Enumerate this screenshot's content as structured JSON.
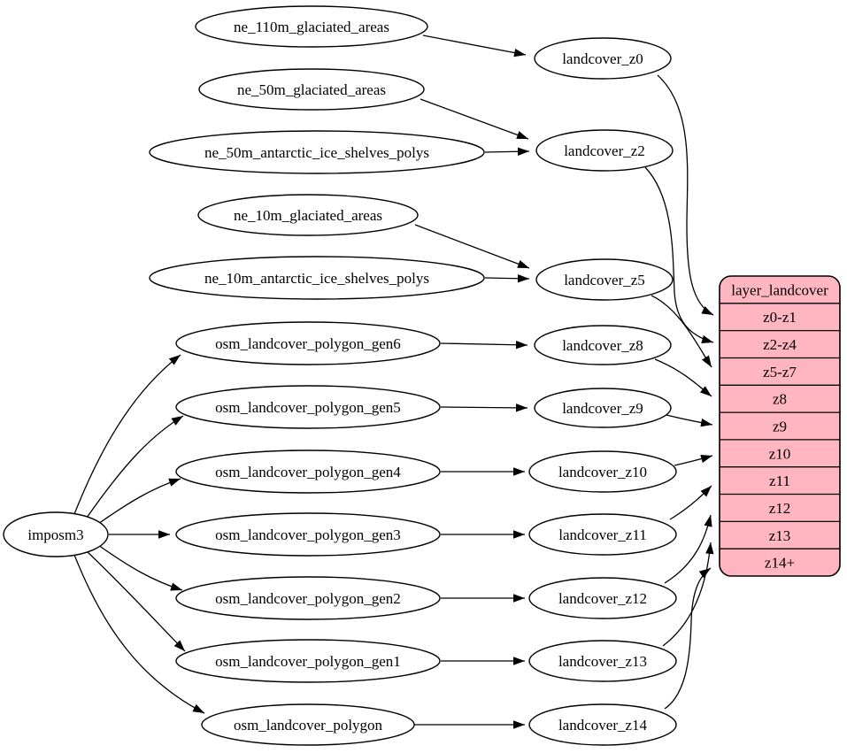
{
  "diagram": {
    "type": "graphviz-dependency-graph",
    "background_color": "#ffffff",
    "node_fill": "#ffffff",
    "edge_color": "#000000",
    "record_fill": "#ffb6c1"
  },
  "nodes": {
    "imposm3": {
      "label": "imposm3"
    },
    "ne_110m_glaciated_areas": {
      "label": "ne_110m_glaciated_areas"
    },
    "ne_50m_glaciated_areas": {
      "label": "ne_50m_glaciated_areas"
    },
    "ne_50m_antarctic_ice_shelves_polys": {
      "label": "ne_50m_antarctic_ice_shelves_polys"
    },
    "ne_10m_glaciated_areas": {
      "label": "ne_10m_glaciated_areas"
    },
    "ne_10m_antarctic_ice_shelves_polys": {
      "label": "ne_10m_antarctic_ice_shelves_polys"
    },
    "osm_landcover_polygon_gen6": {
      "label": "osm_landcover_polygon_gen6"
    },
    "osm_landcover_polygon_gen5": {
      "label": "osm_landcover_polygon_gen5"
    },
    "osm_landcover_polygon_gen4": {
      "label": "osm_landcover_polygon_gen4"
    },
    "osm_landcover_polygon_gen3": {
      "label": "osm_landcover_polygon_gen3"
    },
    "osm_landcover_polygon_gen2": {
      "label": "osm_landcover_polygon_gen2"
    },
    "osm_landcover_polygon_gen1": {
      "label": "osm_landcover_polygon_gen1"
    },
    "osm_landcover_polygon": {
      "label": "osm_landcover_polygon"
    },
    "landcover_z0": {
      "label": "landcover_z0"
    },
    "landcover_z2": {
      "label": "landcover_z2"
    },
    "landcover_z5": {
      "label": "landcover_z5"
    },
    "landcover_z8": {
      "label": "landcover_z8"
    },
    "landcover_z9": {
      "label": "landcover_z9"
    },
    "landcover_z10": {
      "label": "landcover_z10"
    },
    "landcover_z11": {
      "label": "landcover_z11"
    },
    "landcover_z12": {
      "label": "landcover_z12"
    },
    "landcover_z13": {
      "label": "landcover_z13"
    },
    "landcover_z14": {
      "label": "landcover_z14"
    }
  },
  "record": {
    "title": "layer_landcover",
    "rows": [
      "z0-z1",
      "z2-z4",
      "z5-z7",
      "z8",
      "z9",
      "z10",
      "z11",
      "z12",
      "z13",
      "z14+"
    ]
  },
  "edges": [
    {
      "from": "ne_110m_glaciated_areas",
      "to": "landcover_z0"
    },
    {
      "from": "ne_50m_glaciated_areas",
      "to": "landcover_z2"
    },
    {
      "from": "ne_50m_antarctic_ice_shelves_polys",
      "to": "landcover_z2"
    },
    {
      "from": "ne_10m_glaciated_areas",
      "to": "landcover_z5"
    },
    {
      "from": "ne_10m_antarctic_ice_shelves_polys",
      "to": "landcover_z5"
    },
    {
      "from": "osm_landcover_polygon_gen6",
      "to": "landcover_z8"
    },
    {
      "from": "osm_landcover_polygon_gen5",
      "to": "landcover_z9"
    },
    {
      "from": "osm_landcover_polygon_gen4",
      "to": "landcover_z10"
    },
    {
      "from": "osm_landcover_polygon_gen3",
      "to": "landcover_z11"
    },
    {
      "from": "osm_landcover_polygon_gen2",
      "to": "landcover_z12"
    },
    {
      "from": "osm_landcover_polygon_gen1",
      "to": "landcover_z13"
    },
    {
      "from": "osm_landcover_polygon",
      "to": "landcover_z14"
    },
    {
      "from": "imposm3",
      "to": "osm_landcover_polygon_gen6"
    },
    {
      "from": "imposm3",
      "to": "osm_landcover_polygon_gen5"
    },
    {
      "from": "imposm3",
      "to": "osm_landcover_polygon_gen4"
    },
    {
      "from": "imposm3",
      "to": "osm_landcover_polygon_gen3"
    },
    {
      "from": "imposm3",
      "to": "osm_landcover_polygon_gen2"
    },
    {
      "from": "imposm3",
      "to": "osm_landcover_polygon_gen1"
    },
    {
      "from": "imposm3",
      "to": "osm_landcover_polygon"
    },
    {
      "from": "landcover_z0",
      "to": "layer_landcover.z0-z1"
    },
    {
      "from": "landcover_z2",
      "to": "layer_landcover.z2-z4"
    },
    {
      "from": "landcover_z5",
      "to": "layer_landcover.z5-z7"
    },
    {
      "from": "landcover_z8",
      "to": "layer_landcover.z8"
    },
    {
      "from": "landcover_z9",
      "to": "layer_landcover.z9"
    },
    {
      "from": "landcover_z10",
      "to": "layer_landcover.z10"
    },
    {
      "from": "landcover_z11",
      "to": "layer_landcover.z11"
    },
    {
      "from": "landcover_z12",
      "to": "layer_landcover.z12"
    },
    {
      "from": "landcover_z13",
      "to": "layer_landcover.z13"
    },
    {
      "from": "landcover_z14",
      "to": "layer_landcover.z14+"
    }
  ]
}
